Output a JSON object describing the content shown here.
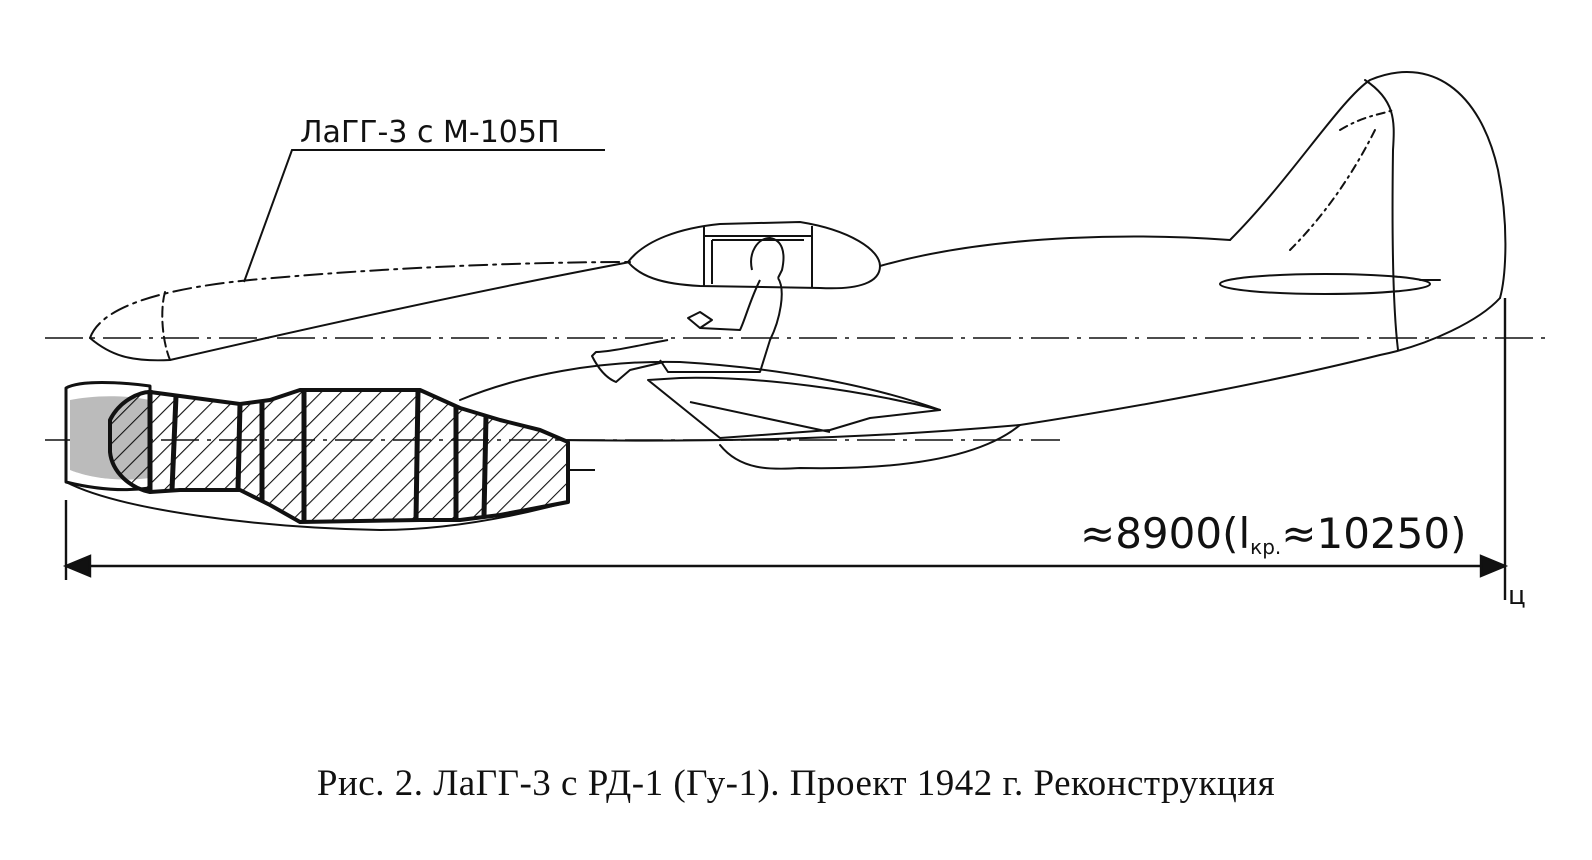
{
  "diagram": {
    "leader_label": "ЛаГГ-3 с М-105П",
    "dimension": {
      "prefix": "≈8900(",
      "l_symbol": "l",
      "subscript": "кр.",
      "suffix": "≈10250)"
    },
    "datum_mark": "ц"
  },
  "caption": "Рис. 2. ЛаГГ-3 с РД-1 (Гу-1). Проект 1942 г. Реконструкция",
  "colors": {
    "ink": "#111111",
    "paper": "#ffffff"
  }
}
